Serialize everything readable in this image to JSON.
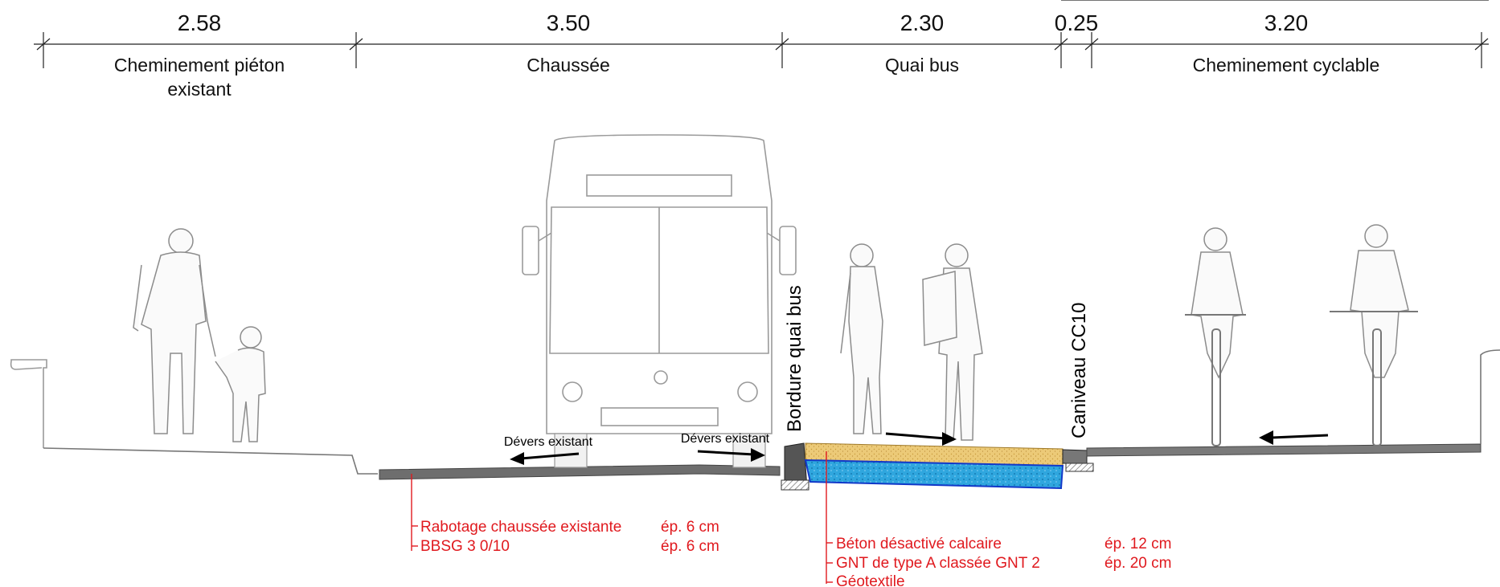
{
  "dimensions": [
    {
      "value": "2.58",
      "zone": "Cheminement piéton",
      "zone2": "existant"
    },
    {
      "value": "3.50",
      "zone": "Chaussée",
      "zone2": ""
    },
    {
      "value": "2.30",
      "zone": "Quai bus",
      "zone2": ""
    },
    {
      "value": "0.25",
      "zone": "",
      "zone2": ""
    },
    {
      "value": "3.20",
      "zone": "Cheminement cyclable",
      "zone2": ""
    }
  ],
  "slopes": {
    "left": "Dévers existant",
    "right": "Dévers existant"
  },
  "vertical_labels": {
    "curb": "Bordure quai bus",
    "gutter": "Caniveau CC10"
  },
  "layers_road": [
    {
      "name": "Rabotage chaussée existante",
      "thickness": "ép. 6 cm"
    },
    {
      "name": "BBSG 3 0/10",
      "thickness": "ép. 6 cm"
    }
  ],
  "layers_platform": [
    {
      "name": "Béton désactivé calcaire",
      "thickness": "ép. 12 cm"
    },
    {
      "name": "GNT de type A classée GNT 2",
      "thickness": "ép. 20 cm"
    },
    {
      "name": "Géotextile",
      "thickness": ""
    }
  ],
  "colors": {
    "concrete_top": "#e8c870",
    "gnt_layer": "#3aa8e0",
    "road": "#707070",
    "annotation": "#e0191e"
  }
}
